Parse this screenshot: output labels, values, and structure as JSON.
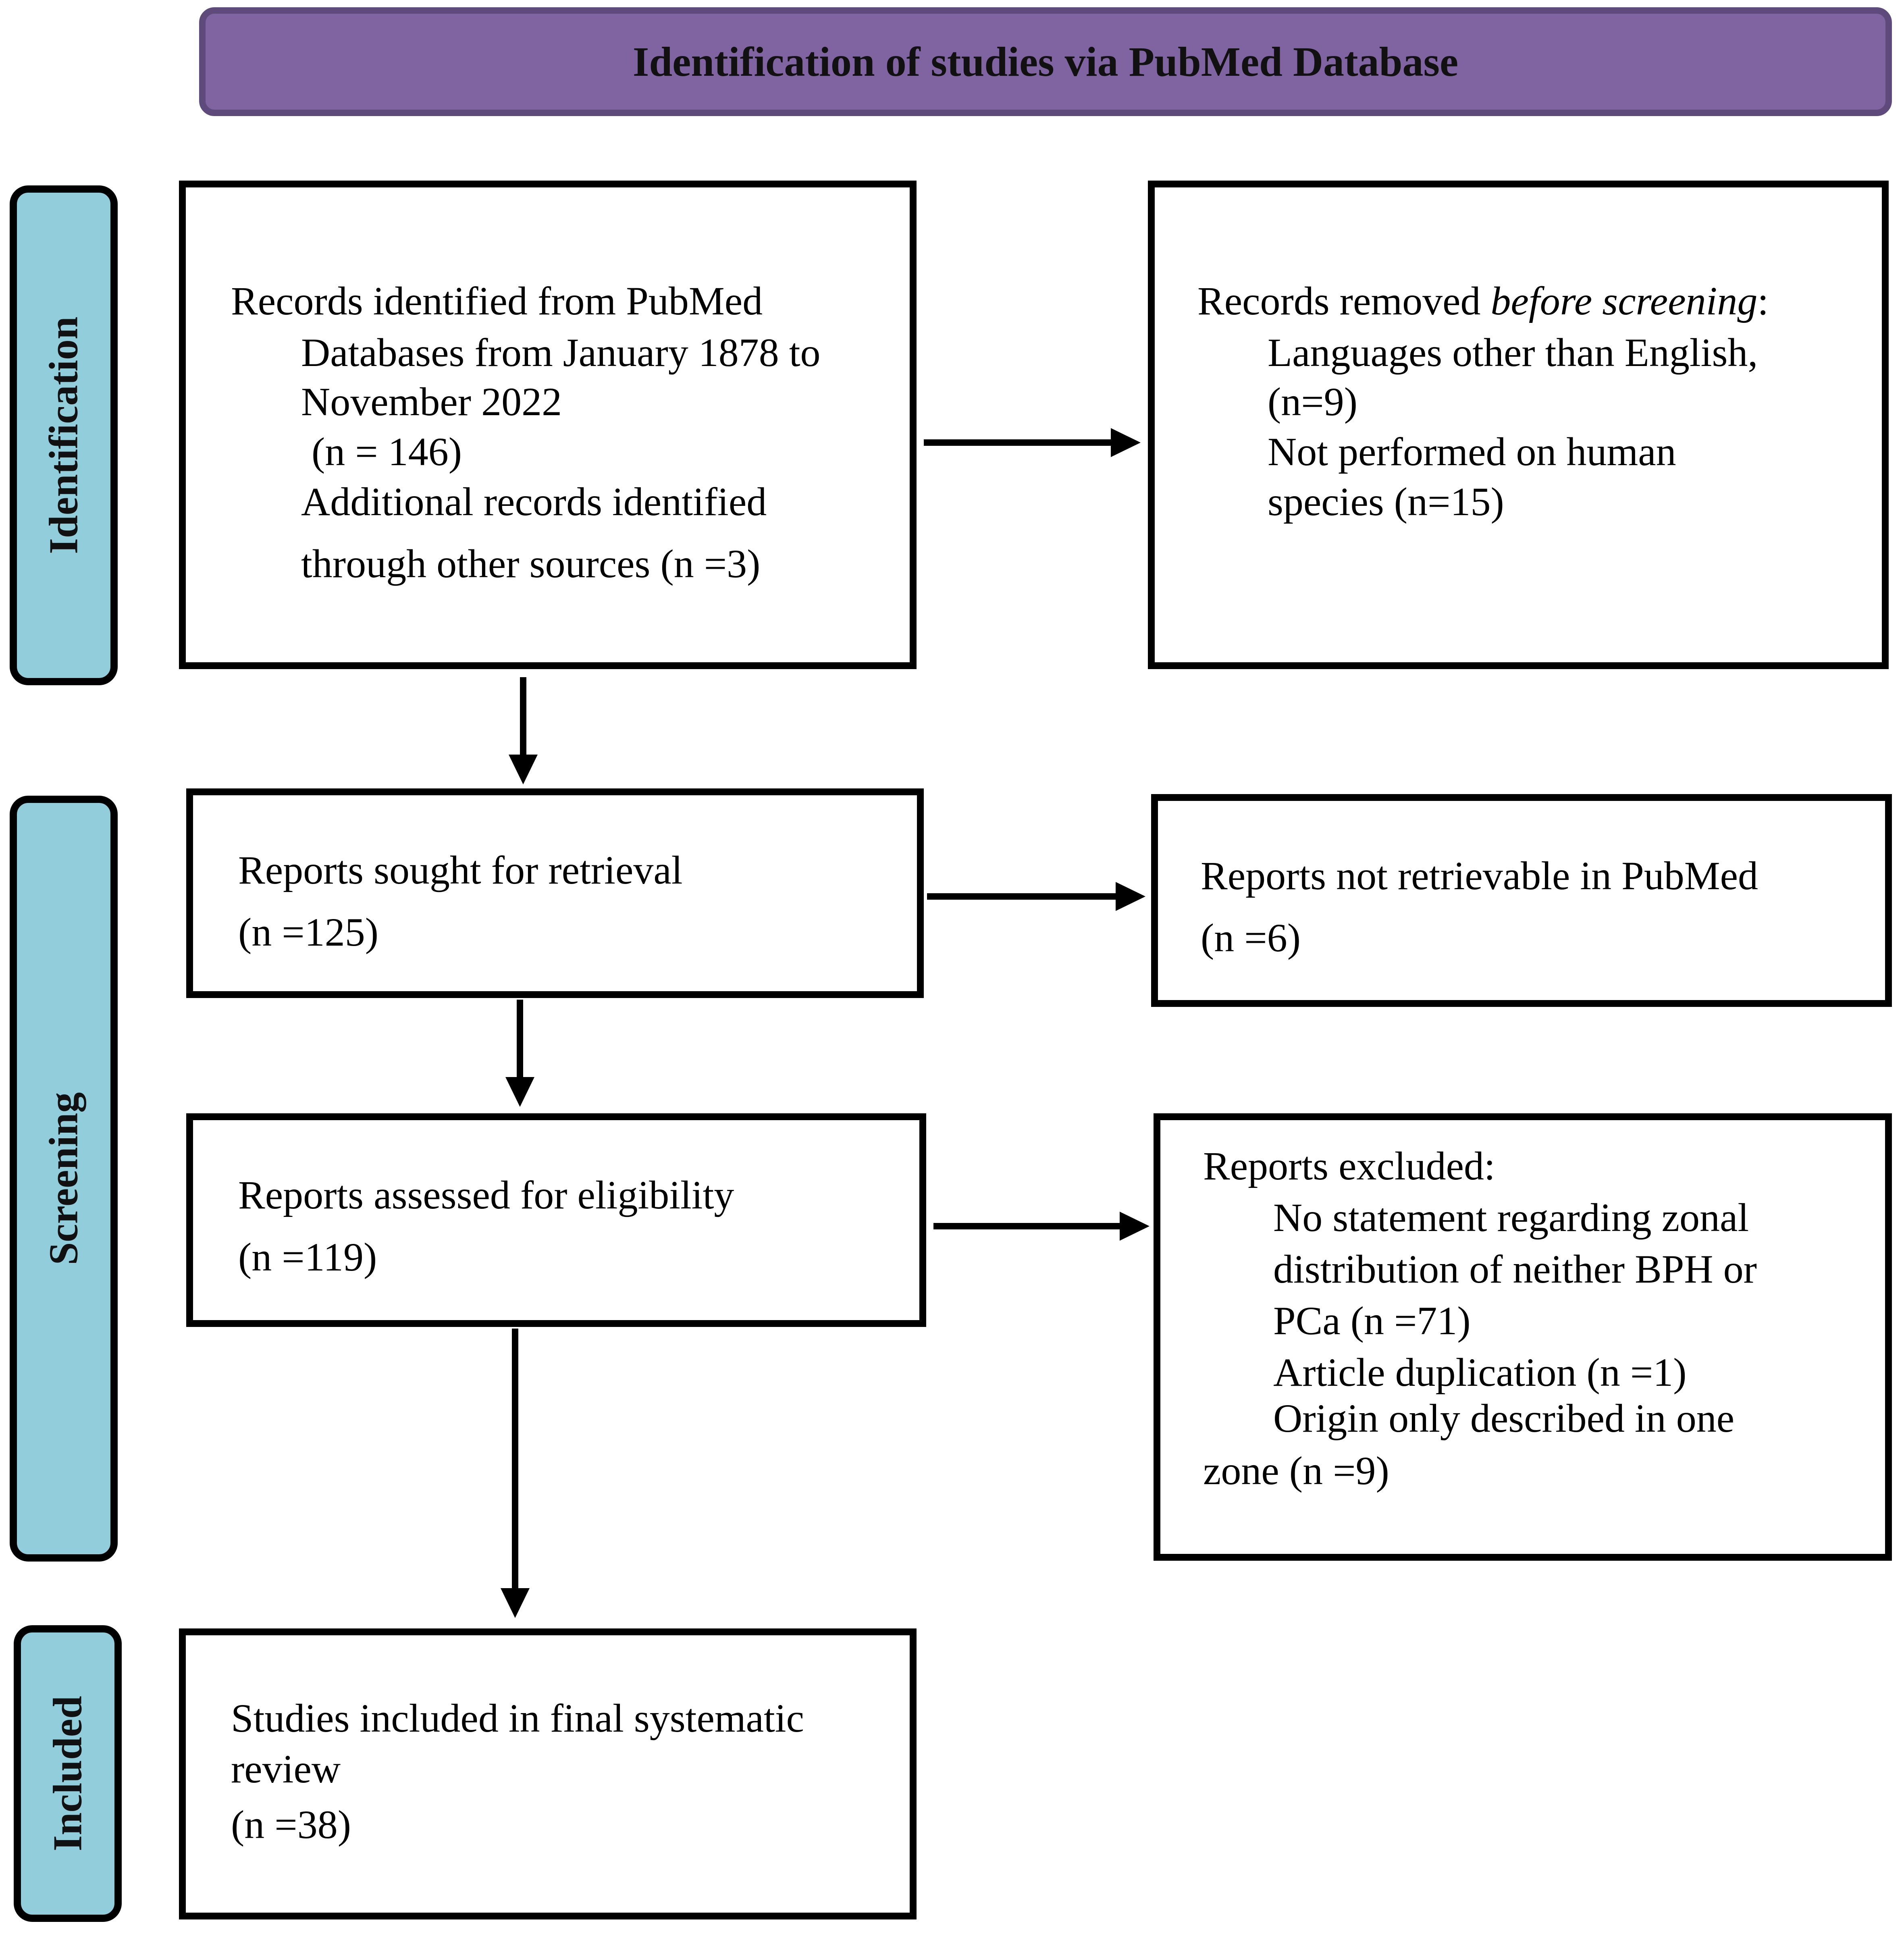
{
  "header": {
    "title": "Identification of studies via PubMed Database"
  },
  "phases": {
    "identification": "Identification",
    "screening": "Screening",
    "included": "Included"
  },
  "boxes": {
    "records_identified": {
      "line1": "Records identified from PubMed",
      "line2": "Databases from January 1878 to",
      "line3": "November 2022",
      "line4": "(n = 146)",
      "line5": "Additional records identified",
      "line6": "through other sources (n =3)"
    },
    "records_removed": {
      "line1_prefix": "Records removed ",
      "line1_em": "before screening",
      "line1_suffix": ":",
      "line2": "Languages  other than English,",
      "line3": "(n=9)",
      "line4": "Not performed on human",
      "line5": "species (n=15)"
    },
    "reports_sought": {
      "line1": "Reports sought for retrieval",
      "line2": "(n =125)"
    },
    "reports_not_retrievable": {
      "line1": "Reports not retrievable in PubMed",
      "line2": "(n =6)"
    },
    "reports_assessed": {
      "line1": "Reports assessed for eligibility",
      "line2": "(n =119)"
    },
    "reports_excluded": {
      "line1": "Reports excluded:",
      "line2": "No statement regarding  zonal",
      "line3": "distribution of neither BPH or",
      "line4": "PCa (n =71)",
      "line5": "Article duplication (n =1)",
      "line6": "Origin only described in one",
      "line7": "zone (n =9)"
    },
    "studies_included": {
      "line1": "Studies included  in final systematic",
      "line2": "review",
      "line3": "(n =38)"
    }
  }
}
